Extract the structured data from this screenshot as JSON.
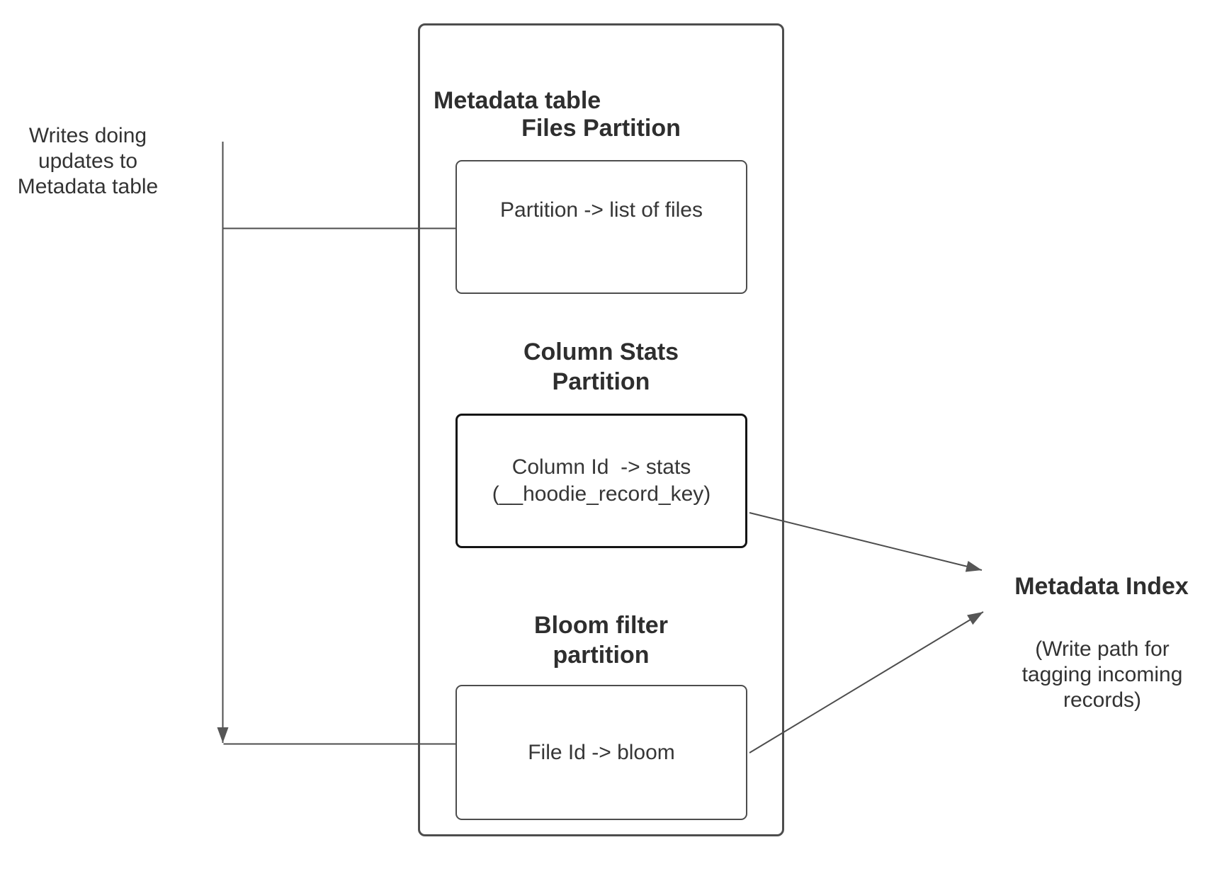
{
  "diagram": {
    "left_note": "Writes doing\nupdates to\nMetadata table",
    "metadata_table": {
      "title": "Metadata table",
      "partitions": [
        {
          "heading": "Files Partition",
          "content": "Partition -> list of files"
        },
        {
          "heading": "Column Stats\nPartition",
          "content": "Column Id  -> stats\n(__hoodie_record_key)"
        },
        {
          "heading": "Bloom filter\npartition",
          "content": "File Id -> bloom"
        }
      ]
    },
    "metadata_index": {
      "title": "Metadata Index",
      "subtitle": "(Write path for\ntagging incoming\nrecords)"
    },
    "connectors": [
      "writes-note to bloom-filter-node (down arrow with branches)",
      "writes-branch to files-partition-node",
      "column-stats-node to metadata-index",
      "bloom-filter-node to metadata-index"
    ],
    "colors": {
      "background": "#ffffff",
      "line": "#4d4d4d",
      "arrowhead": "#565656",
      "box_border": "#4d4d4d",
      "emphasis_box_border": "#141414",
      "heading_text": "#2e2e2e",
      "body_text": "#363636"
    }
  }
}
